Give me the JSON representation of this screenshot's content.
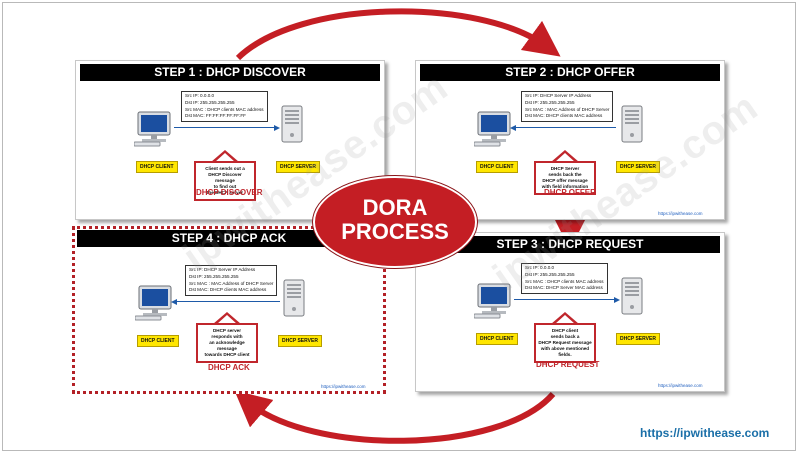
{
  "center_label": {
    "line1": "DORA",
    "line2": "PROCESS"
  },
  "footer_url": "https://ipwithease.com",
  "watermark": "ipwithease.com",
  "colors": {
    "accent_red": "#c41e24",
    "title_bar": "#000000",
    "label_yellow": "#ffe600",
    "link_blue": "#1a6fa8"
  },
  "steps": [
    {
      "title": "STEP 1 : DHCP DISCOVER",
      "info": [
        "Src IP: 0.0.0.0",
        "Dst IP: 255.255.255.255",
        "Src MAC : DHCP clients MAC address",
        "Dst MAC: FF:FF:FF:FF:FF:FF"
      ],
      "client_label": "DHCP CLIENT",
      "server_label": "DHCP SERVER",
      "callout": [
        "Client sends out a",
        "DHCP Discover message",
        "to find out",
        "the DHCP server"
      ],
      "caption": "DHCP DISCOVER",
      "url": ""
    },
    {
      "title": "STEP 2 : DHCP OFFER",
      "info": [
        "Src IP: DHCP Server IP Address",
        "Dst IP: 255.255.255.255",
        "Src MAC : MAC Address of DHCP Server",
        "Dst MAC: DHCP clients MAC address"
      ],
      "client_label": "DHCP CLIENT",
      "server_label": "DHCP SERVER",
      "callout": [
        "DHCP Server",
        "sends back the",
        "DHCP offer message",
        "with field information"
      ],
      "caption": "DHCP OFFER",
      "url": "https://ipwithease.com"
    },
    {
      "title": "STEP 3 : DHCP REQUEST",
      "info": [
        "Src IP: 0.0.0.0",
        "Dst IP: 255.255.255.255",
        "Src MAC : DHCP clients MAC address",
        "Dst MAC: DHCP Server MAC address"
      ],
      "client_label": "DHCP CLIENT",
      "server_label": "DHCP SERVER",
      "callout": [
        "DHCP client",
        "sends back a",
        "DHCP Request message",
        "with above mentioned",
        "fields."
      ],
      "caption": "DHCP REQUEST",
      "url": "https://ipwithease.com"
    },
    {
      "title": "STEP 4 : DHCP ACK",
      "info": [
        "Src IP: DHCP Server IP Address",
        "Dst IP: 255.255.255.255",
        "Src MAC : MAC Address of DHCP Server",
        "Dst MAC: DHCP clients MAC address"
      ],
      "client_label": "DHCP CLIENT",
      "server_label": "DHCP SERVER",
      "callout": [
        "DHCP server",
        "responds with",
        "an acknowledge message",
        "towards DHCP client"
      ],
      "caption": "DHCP ACK",
      "url": "https://ipwithease.com"
    }
  ]
}
